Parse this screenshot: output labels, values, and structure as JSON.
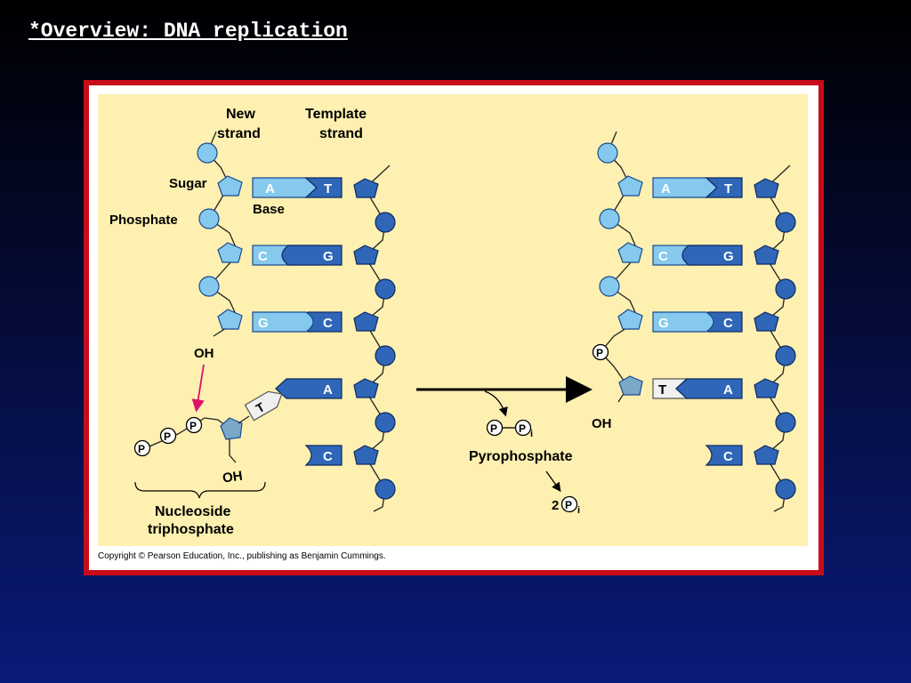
{
  "slide": {
    "title": "*Overview: DNA replication",
    "copyright": "Copyright © Pearson Education, Inc., publishing as Benjamin Cummings."
  },
  "colors": {
    "figure_bg": "#fdf0b0",
    "frame_border": "#c80c1a",
    "light_blue": "#86c9ee",
    "dark_blue": "#2f66b8",
    "incoming_nucleotide": "#f0f0f0",
    "arrow_pink": "#e0106a"
  },
  "labels": {
    "new_strand_1": "New",
    "new_strand_2": "strand",
    "template_strand_1": "Template",
    "template_strand_2": "strand",
    "sugar": "Sugar",
    "phosphate": "Phosphate",
    "base": "Base",
    "oh_new_strand": "OH",
    "oh_nucleotide": "OH",
    "nucleoside_1": "Nucleoside",
    "nucleoside_2": "triphosphate",
    "oh_right": "OH",
    "pyrophosphate": "Pyrophosphate",
    "two": "2",
    "p": "P",
    "pi_sub": "i"
  },
  "left_pairs": [
    {
      "new": "A",
      "template": "T"
    },
    {
      "new": "C",
      "template": "G"
    },
    {
      "new": "G",
      "template": "C"
    }
  ],
  "left_incoming": {
    "new": "T",
    "template": "A"
  },
  "left_unpaired": "C",
  "right_pairs": [
    {
      "new": "A",
      "template": "T"
    },
    {
      "new": "C",
      "template": "G"
    },
    {
      "new": "G",
      "template": "C"
    },
    {
      "new": "T",
      "template": "A"
    }
  ],
  "right_unpaired": "C"
}
